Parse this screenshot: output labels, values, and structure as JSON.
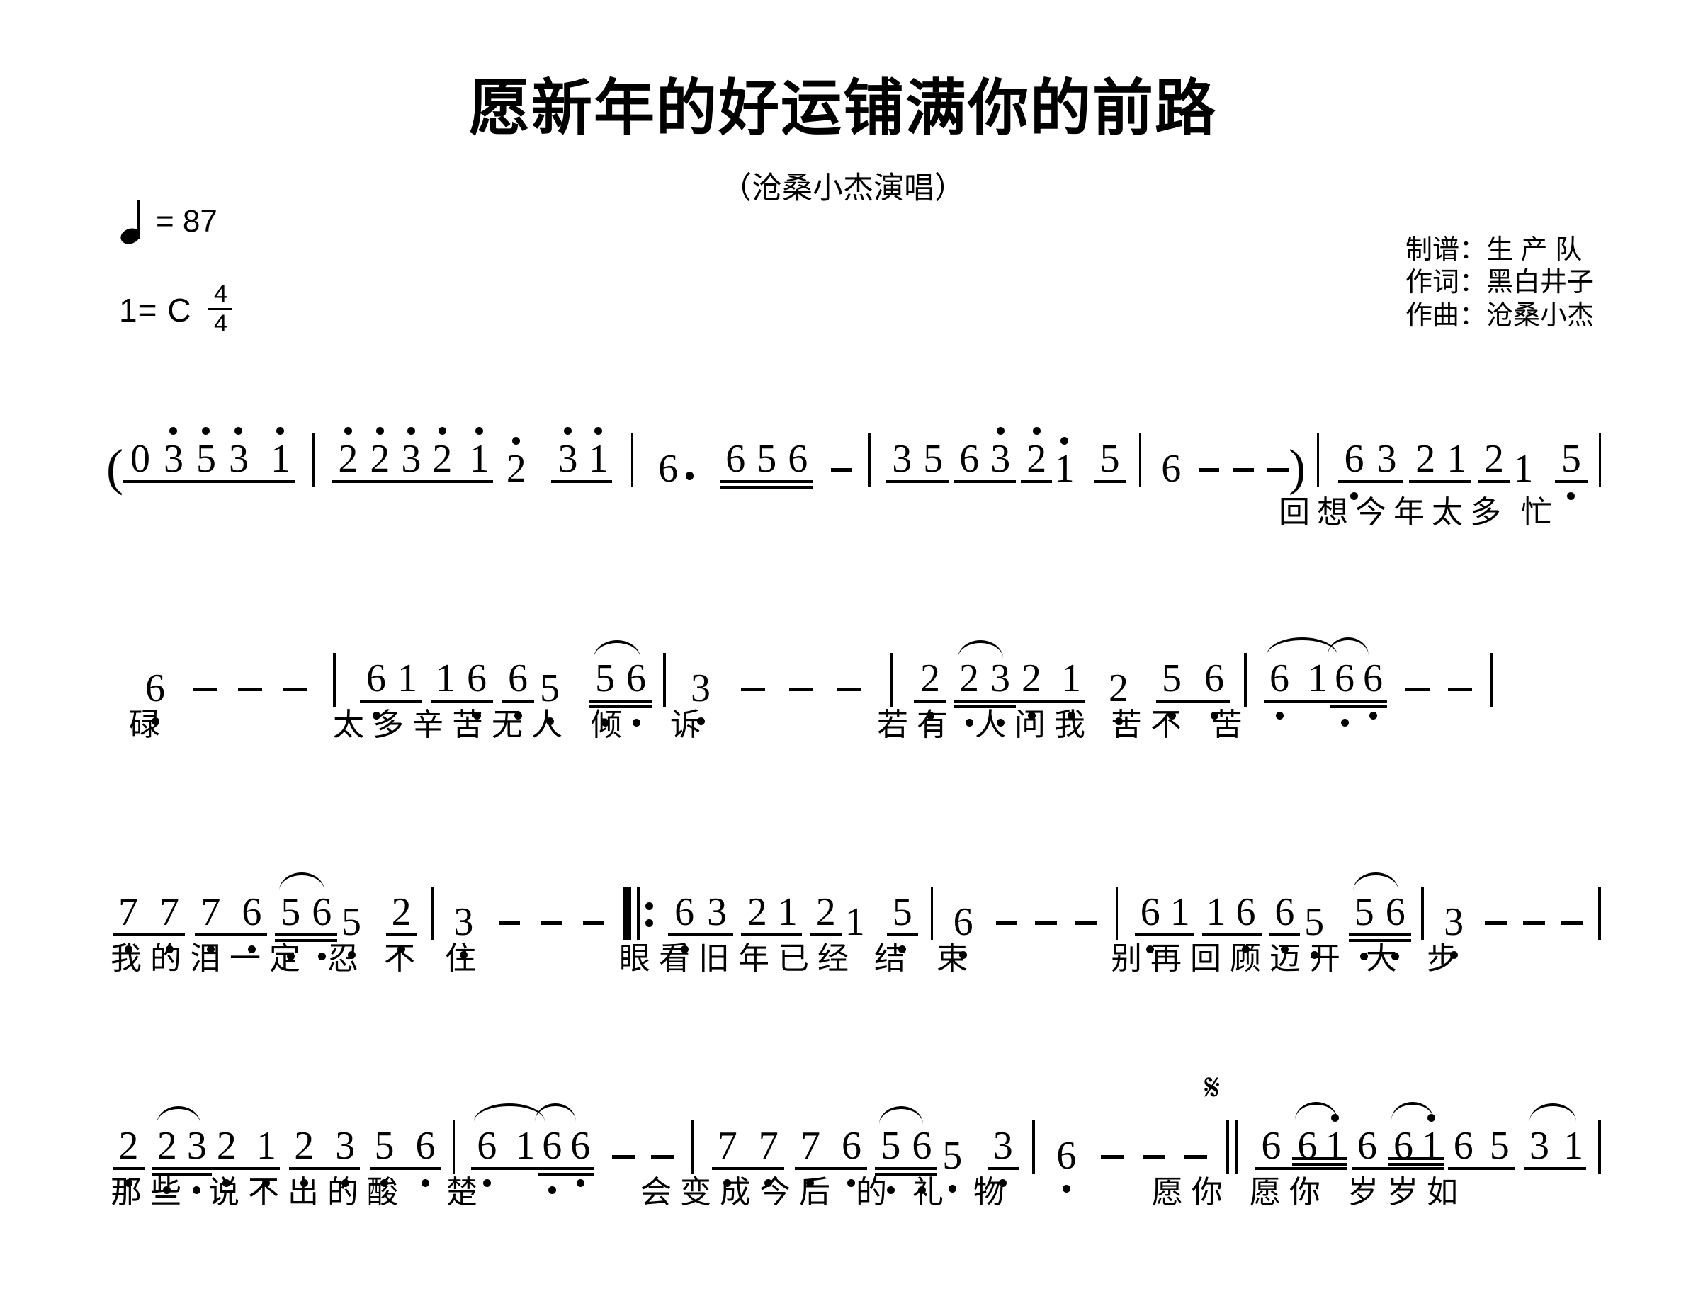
{
  "header": {
    "title": "愿新年的好运铺满你的前路",
    "subtitle": "（沧桑小杰演唱）",
    "tempo_label": "= 87",
    "tempo_note_icon": "quarter-note-icon",
    "key_label": "1= C",
    "time_sig_top": "4",
    "time_sig_bottom": "4",
    "credits": [
      "制谱：生 产 队",
      "作词：黑白井子",
      "作曲：沧桑小杰"
    ]
  },
  "score": {
    "lines": [
      {
        "id": "line-1",
        "notes": [
          "(",
          "0",
          "3",
          "5",
          "3",
          "1",
          "|",
          "2",
          "2",
          "3",
          "2",
          "1",
          "2",
          "3",
          "1",
          "|",
          "6",
          ".",
          "6",
          "5",
          "6",
          "—",
          "|",
          "3",
          "5",
          "6",
          "3",
          "2",
          "1",
          "5",
          "|",
          "6",
          "—",
          "—",
          "—",
          ")",
          "|",
          "6",
          "3",
          "2",
          "1",
          "2",
          "1",
          "5",
          "|"
        ],
        "lyrics": [
          "回",
          "想",
          "今",
          "年",
          "太",
          "多",
          "忙"
        ]
      },
      {
        "id": "line-2",
        "notes": [
          "6",
          "—",
          "—",
          "—",
          "|",
          "6",
          "1",
          "1",
          "6",
          "6",
          "5",
          "5",
          "6",
          "|",
          "3",
          "—",
          "—",
          "—",
          "|",
          "2",
          "2",
          "3",
          "2",
          "1",
          "2",
          "5",
          "6",
          "|",
          "6",
          "1",
          "6",
          "6",
          "—",
          "—",
          "|"
        ],
        "lyrics": [
          "碌",
          "太",
          "多",
          "辛",
          "苦",
          "无",
          "人",
          "倾",
          "诉",
          "若",
          "有",
          "人",
          "问",
          "我",
          "苦",
          "不",
          "苦"
        ]
      },
      {
        "id": "line-3",
        "notes": [
          "7",
          "7",
          "7",
          "6",
          "5",
          "6",
          "5",
          "2",
          "|",
          "3",
          "—",
          "—",
          "—",
          "‖:",
          "6",
          "3",
          "2",
          "1",
          "2",
          "1",
          "5",
          "|",
          "6",
          "—",
          "—",
          "—",
          "|",
          "6",
          "1",
          "1",
          "6",
          "6",
          "5",
          "5",
          "6",
          "|",
          "3",
          "—",
          "—",
          "—",
          "|"
        ],
        "lyrics": [
          "我",
          "的",
          "泪",
          "一",
          "定",
          "忍",
          "不",
          "住",
          "眼",
          "看",
          "旧",
          "年",
          "已",
          "经",
          "结",
          "束",
          "别",
          "再",
          "回",
          "顾",
          "迈",
          "开",
          "大",
          "步"
        ]
      },
      {
        "id": "line-4",
        "notes": [
          "2",
          "2",
          "3",
          "2",
          "1",
          "2",
          "3",
          "5",
          "6",
          "|",
          "6",
          "1",
          "6",
          "6",
          "—",
          "—",
          "|",
          "7",
          "7",
          "7",
          "6",
          "5",
          "6",
          "5",
          "3",
          "|",
          "6",
          "—",
          "—",
          "—",
          "‖",
          "6",
          "6",
          "1",
          "6",
          "6",
          "1",
          "6",
          "5",
          "3",
          "1",
          "|"
        ],
        "lyrics": [
          "那",
          "些",
          "说",
          "不",
          "出",
          "的",
          "酸",
          "楚",
          "会",
          "变",
          "成",
          "今",
          "后",
          "的",
          "礼",
          "物",
          "愿",
          "你",
          "愿",
          "你",
          "岁",
          "岁",
          "如"
        ]
      }
    ],
    "segno_symbol": "𝄋",
    "repeat_symbol": "‖:"
  }
}
